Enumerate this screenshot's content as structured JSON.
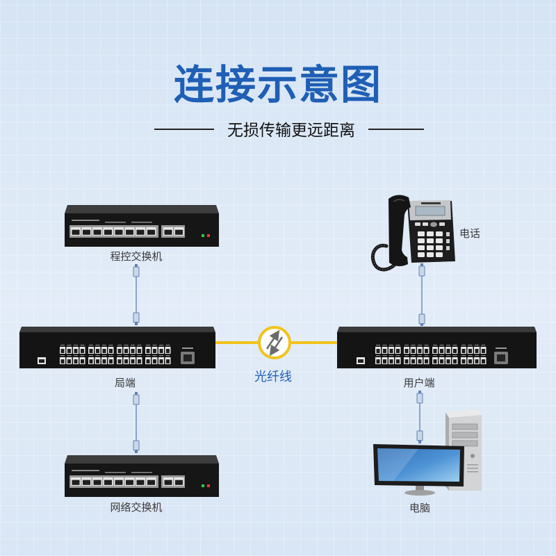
{
  "title": "连接示意图",
  "subtitle": "无损传输更远距离",
  "nodes": {
    "pbx": "程控交换机",
    "phone": "电话",
    "central": "局端",
    "fiber": "光纤线",
    "remote": "用户端",
    "network_switch": "网络交换机",
    "computer": "电脑"
  },
  "colors": {
    "title": "#1f5fb5",
    "fiber_line": "#f2c31c",
    "fiber_label": "#1f5fb5",
    "cable": "#8aa6cc"
  }
}
